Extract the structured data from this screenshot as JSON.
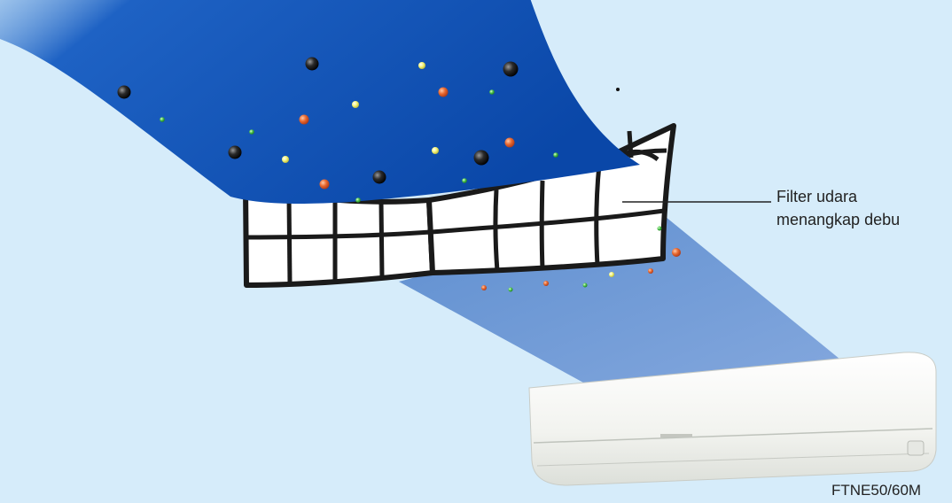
{
  "callout": {
    "line1": "Filter udara",
    "line2": "menangkap debu"
  },
  "model": "FTNE50/60M",
  "colors": {
    "background": "#d6ecfa",
    "airflow_dirty": "#0a4fb5",
    "airflow_clean": "#6f99d4",
    "filter_frame": "#1a1a1a",
    "filter_cell": "#ffffff",
    "unit_body": "#f3f5f2",
    "dust_black": "#1b1b1b",
    "dust_orange": "#e2612f",
    "dust_yellow": "#f2f47a",
    "dust_green": "#4cc24a"
  }
}
